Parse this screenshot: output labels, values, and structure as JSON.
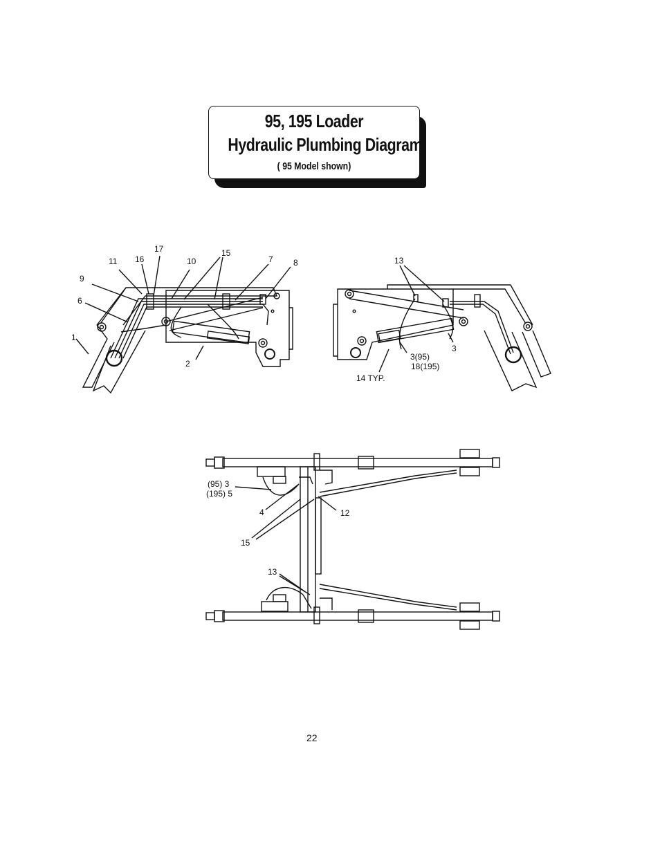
{
  "title": {
    "line1": "95, 195 Loader",
    "line2": "Hydraulic Plumbing Diagram",
    "line3": "( 95 Model shown)"
  },
  "left_view": {
    "labels": {
      "l17": "17",
      "l16": "16",
      "l11": "11",
      "l10": "10",
      "l15": "15",
      "l7": "7",
      "l8": "8",
      "l9": "9",
      "l6": "6",
      "l1": "1",
      "l2": "2"
    }
  },
  "right_view": {
    "labels": {
      "l13": "13",
      "l3a": "3(95)",
      "l18": "18(195)",
      "l3b": "3",
      "l14": "14 TYP."
    }
  },
  "top_view": {
    "labels": {
      "l95_3": "(95) 3",
      "l195_5": "(195) 5",
      "l4": "4",
      "l12": "12",
      "l15": "15",
      "l13": "13"
    }
  },
  "page_number": "22"
}
